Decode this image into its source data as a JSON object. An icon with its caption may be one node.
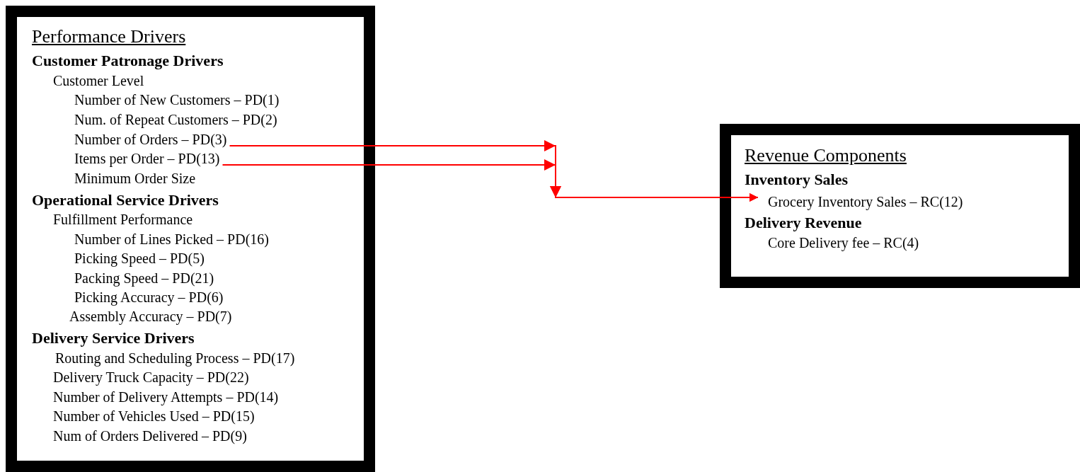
{
  "diagram": {
    "nodes": [
      {
        "text": [
          "Performance Drivers"
        ]
      },
      {
        "text": [
          "Customer Patronage Drivers"
        ],
        "in": 0
      },
      {
        "text": [
          "Customer Level"
        ],
        "in": 0
      },
      {
        "text": [
          "Number of New Customers – PD(1)"
        ],
        "in": 0
      },
      {
        "text": [
          "Num. of Repeat Customers – PD(2)"
        ],
        "in": 0
      },
      {
        "text": [
          "Number of Orders – PD(3)"
        ],
        "in": 0
      },
      {
        "text": [
          "Items per Order – PD(13)"
        ],
        "in": 0
      },
      {
        "text": [
          "Minimum Order Size"
        ],
        "in": 0
      },
      {
        "text": [
          "Operational Service Drivers"
        ],
        "in": 0
      },
      {
        "text": [
          "Fulfillment Performance"
        ],
        "in": 0
      },
      {
        "text": [
          "Number of Lines Picked – PD(16)"
        ],
        "in": 0
      },
      {
        "text": [
          "Picking Speed – PD(5)"
        ],
        "in": 0
      },
      {
        "text": [
          "Packing Speed – PD(21)"
        ],
        "in": 0
      },
      {
        "text": [
          "Picking Accuracy – PD(6)"
        ],
        "in": 0
      },
      {
        "text": [
          "Assembly Accuracy – PD(7)"
        ],
        "in": 0
      },
      {
        "text": [
          "Delivery Service Drivers"
        ],
        "in": 0
      },
      {
        "text": [
          "Routing and Scheduling Process – PD(17)"
        ],
        "in": 0
      },
      {
        "text": [
          "Delivery Truck Capacity – PD(22)"
        ],
        "in": 0
      },
      {
        "text": [
          "Number of Delivery Attempts – PD(14)"
        ],
        "in": 0
      },
      {
        "text": [
          "Number of Vehicles Used – PD(15)"
        ],
        "in": 0
      },
      {
        "text": [
          "Num of Orders Delivered – PD(9)"
        ],
        "in": 0
      },
      {
        "text": [
          "Revenue Components"
        ]
      },
      {
        "text": [
          "Inventory Sales"
        ],
        "in": 21
      },
      {
        "text": [
          "Grocery Inventory Sales – RC(12)"
        ],
        "in": 21
      },
      {
        "text": [
          "Delivery Revenue"
        ],
        "in": 21
      },
      {
        "text": [
          "Core Delivery fee – RC(4)"
        ],
        "in": 21
      }
    ],
    "edges": [
      {
        "from": 5,
        "to": 23,
        "arrow": "to"
      },
      {
        "from": 6,
        "to": 23,
        "arrow": "to"
      }
    ]
  }
}
